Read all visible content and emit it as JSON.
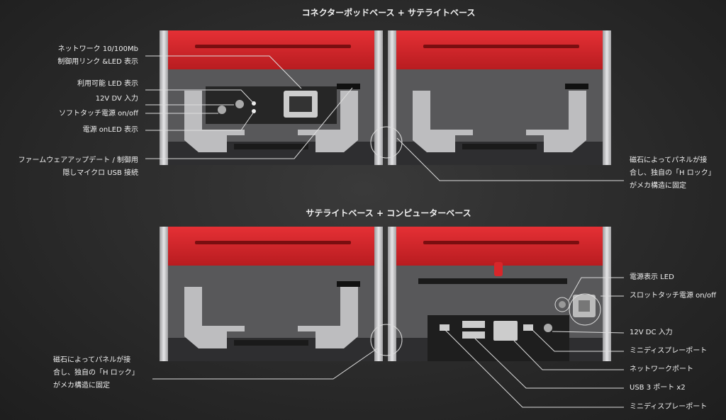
{
  "sections": [
    {
      "title": "コネクターポッドベース + サテライトベース",
      "left_labels": [
        "ネットワーク 10/100Mb",
        "制御用リンク &LED 表示",
        "利用可能 LED 表示",
        "12V DV 入力",
        "ソフトタッチ電源 on/off",
        "電源 onLED 表示",
        "ファームウェアアップデート / 制御用",
        "隠しマイクロ USB 接続"
      ],
      "right_labels": [
        "磁石によってパネルが接",
        "合し、独自の「H ロック」",
        "がメカ構造に固定"
      ]
    },
    {
      "title": "サテライトベース + コンピューターベース",
      "left_labels": [
        "磁石によってパネルが接",
        "合し、独自の「H ロック」",
        "がメカ構造に固定"
      ],
      "right_labels": [
        "電源表示 LED",
        "スロットタッチ電源 on/off",
        "12V DC 入力",
        "ミニディスプレーポート",
        "ネットワークポート",
        "USB 3 ポート x2",
        "ミニディスプレーポート"
      ]
    }
  ],
  "colors": {
    "red": "#d8262a",
    "body": "#4a4a4c",
    "silver": "#c8c8ca"
  }
}
